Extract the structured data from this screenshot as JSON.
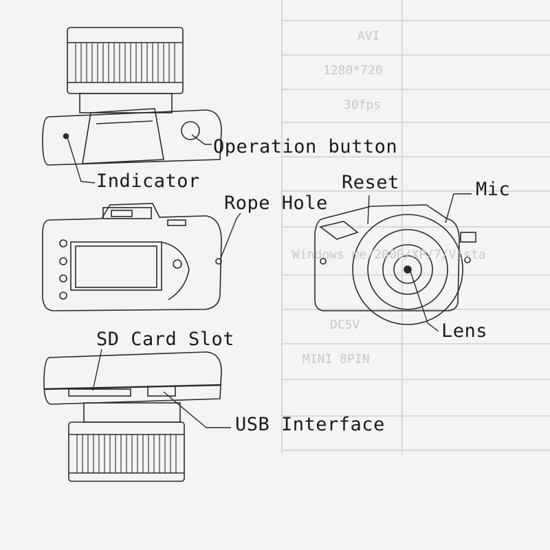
{
  "labels": {
    "operation_button": "Operation button",
    "indicator": "Indicator",
    "reset": "Reset",
    "mic": "Mic",
    "rope_hole": "Rope Hole",
    "lens": "Lens",
    "sd_card_slot": "SD Card Slot",
    "usb_interface": "USB Interface"
  },
  "background_text": {
    "format": "AVI",
    "resolution": "1280*720",
    "framerate": "30fps",
    "os": "Windows me/2000/XP/7/Vista",
    "voltage": "DC5V",
    "interface": "MINI 8PIN"
  },
  "colors": {
    "line": "#2a2a2a",
    "faint": "#b5b5b5",
    "background": "#f4f4f2"
  }
}
